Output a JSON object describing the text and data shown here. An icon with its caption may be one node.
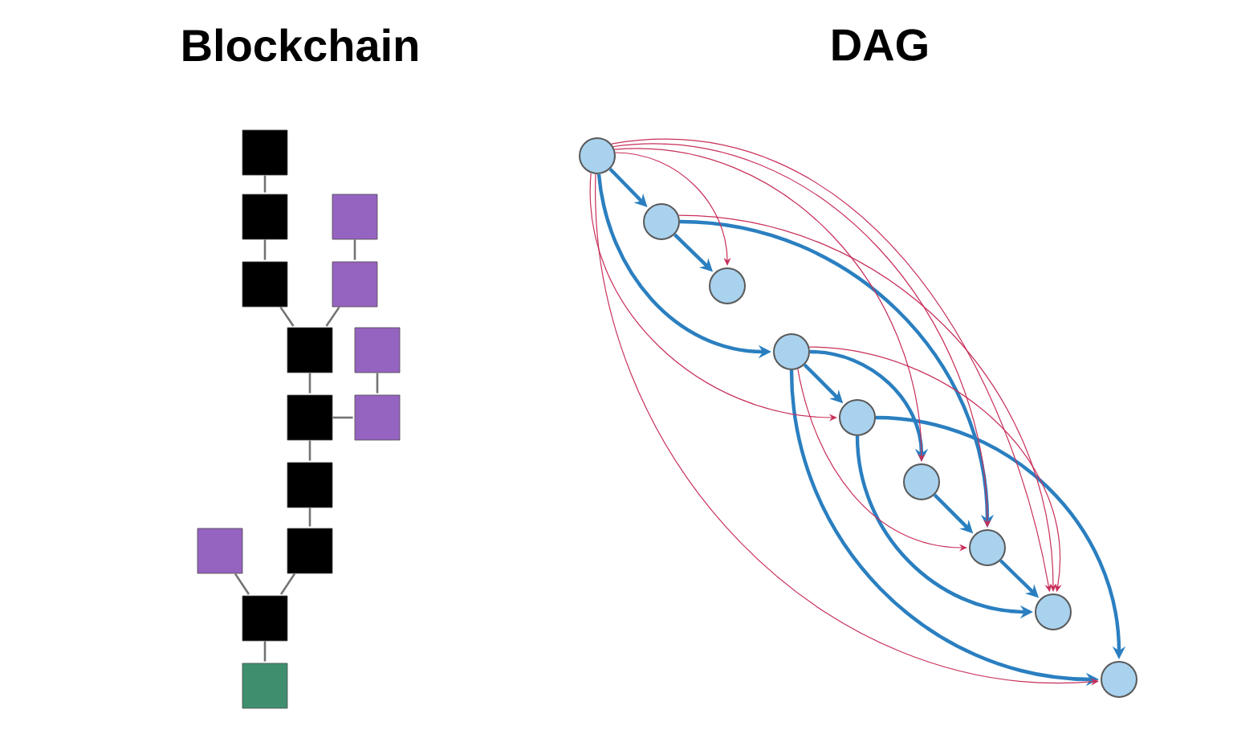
{
  "diagram": {
    "nodes": [
      {
        "text": [],
        "shape": "box"
      },
      {
        "text": [],
        "shape": "box"
      },
      {
        "text": [],
        "shape": "box"
      },
      {
        "text": [],
        "shape": "box"
      },
      {
        "text": [],
        "shape": "box"
      },
      {
        "text": [],
        "shape": "box"
      },
      {
        "text": [],
        "shape": "box"
      },
      {
        "text": [],
        "shape": "box"
      },
      {
        "text": [],
        "shape": "box"
      },
      {
        "text": [],
        "shape": "box"
      },
      {
        "text": [],
        "shape": "box"
      },
      {
        "text": [],
        "shape": "box"
      },
      {
        "text": [],
        "shape": "box"
      },
      {
        "text": [],
        "shape": "box"
      },
      {
        "text": [],
        "shape": "circle"
      },
      {
        "text": [],
        "shape": "circle"
      },
      {
        "text": [],
        "shape": "circle"
      },
      {
        "text": [],
        "shape": "circle"
      },
      {
        "text": [],
        "shape": "circle"
      },
      {
        "text": [],
        "shape": "circle"
      },
      {
        "text": [],
        "shape": "circle"
      },
      {
        "text": [],
        "shape": "circle"
      },
      {
        "text": [],
        "shape": "circle"
      }
    ],
    "edges": [
      {
        "from": 0,
        "to": 1,
        "arrow": "none"
      },
      {
        "from": 1,
        "to": 2,
        "arrow": "none"
      },
      {
        "from": 3,
        "to": 4,
        "arrow": "none"
      },
      {
        "from": 2,
        "to": 5,
        "arrow": "none"
      },
      {
        "from": 4,
        "to": 5,
        "arrow": "none"
      },
      {
        "from": 6,
        "to": 8,
        "arrow": "none"
      },
      {
        "from": 5,
        "to": 7,
        "arrow": "none"
      },
      {
        "from": 7,
        "to": 8,
        "arrow": "none"
      },
      {
        "from": 7,
        "to": 9,
        "arrow": "none"
      },
      {
        "from": 9,
        "to": 10,
        "arrow": "none"
      },
      {
        "from": 10,
        "to": 12,
        "arrow": "none"
      },
      {
        "from": 11,
        "to": 12,
        "arrow": "none"
      },
      {
        "from": 12,
        "to": 13,
        "arrow": "none"
      },
      {
        "from": 14,
        "to": 15,
        "arrow": "to",
        "color": "#2a7fc0"
      },
      {
        "from": 15,
        "to": 16,
        "arrow": "to",
        "color": "#2a7fc0"
      },
      {
        "from": 14,
        "to": 17,
        "arrow": "to",
        "color": "#2a7fc0"
      },
      {
        "from": 17,
        "to": 18,
        "arrow": "to",
        "color": "#2a7fc0"
      },
      {
        "from": 15,
        "to": 20,
        "arrow": "to",
        "color": "#2a7fc0"
      },
      {
        "from": 17,
        "to": 19,
        "arrow": "to",
        "color": "#2a7fc0"
      },
      {
        "from": 18,
        "to": 22,
        "arrow": "to",
        "color": "#2a7fc0"
      },
      {
        "from": 19,
        "to": 20,
        "arrow": "to",
        "color": "#2a7fc0"
      },
      {
        "from": 20,
        "to": 21,
        "arrow": "to",
        "color": "#2a7fc0"
      },
      {
        "from": 18,
        "to": 21,
        "arrow": "to",
        "color": "#2a7fc0"
      },
      {
        "from": 17,
        "to": 22,
        "arrow": "to",
        "color": "#2a7fc0"
      },
      {
        "from": 14,
        "to": 16,
        "arrow": "to",
        "color": "#c8305a"
      },
      {
        "from": 14,
        "to": 18,
        "arrow": "to",
        "color": "#c8305a"
      },
      {
        "from": 14,
        "to": 22,
        "arrow": "to",
        "color": "#c8305a"
      },
      {
        "from": 14,
        "to": 19,
        "arrow": "to",
        "color": "#c8305a"
      },
      {
        "from": 14,
        "to": 20,
        "arrow": "to",
        "color": "#c8305a"
      },
      {
        "from": 14,
        "to": 21,
        "arrow": "to",
        "color": "#c8305a"
      },
      {
        "from": 15,
        "to": 21,
        "arrow": "to",
        "color": "#c8305a"
      },
      {
        "from": 17,
        "to": 21,
        "arrow": "to",
        "color": "#c8305a"
      },
      {
        "from": 17,
        "to": 20,
        "arrow": "to",
        "color": "#c8305a"
      }
    ],
    "labels": [
      "Blockchain",
      "DAG"
    ]
  }
}
